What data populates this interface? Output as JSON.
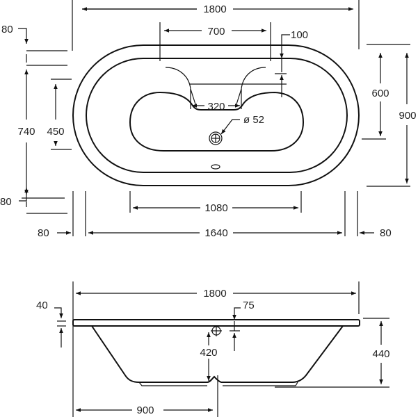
{
  "top_view": {
    "overall_length": "1800",
    "headrest_width": "700",
    "headrest_depth": "100",
    "headrest_inner_width": "320",
    "drain_diameter": "ø 52",
    "rim_top": "80",
    "inner_width": "740",
    "rim_bottom": "80",
    "basin_width": "450",
    "basin_outer": "600",
    "overall_width": "900",
    "basin_length": "1080",
    "rim_left": "80",
    "inner_length": "1640",
    "rim_right": "80"
  },
  "side_view": {
    "overall_length": "1800",
    "rim_thickness": "40",
    "overflow_offset": "75",
    "overflow_height": "420",
    "overall_height": "440",
    "drain_position": "900"
  }
}
